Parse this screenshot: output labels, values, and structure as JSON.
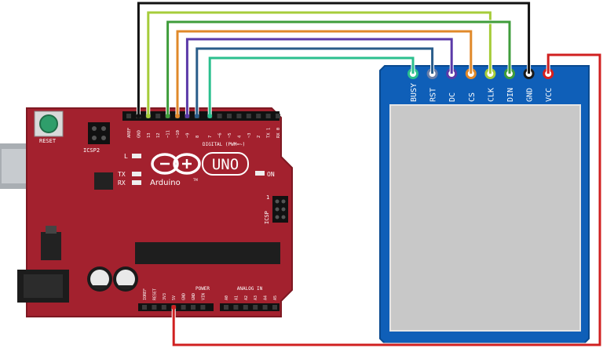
{
  "arduino": {
    "reset_label": "RESET",
    "icsp2_label": "ICSP2",
    "icsp_label": "ICSP",
    "l_label": "L",
    "tx_label": "TX",
    "rx_label": "RX",
    "on_label": "ON",
    "uno_label": "UNO",
    "brand_label": "Arduino",
    "tm_mark": "TM",
    "digital_label": "DIGITAL (PWM=~)",
    "power_label": "POWER",
    "analog_label": "ANALOG IN",
    "icsp_pin1": "1",
    "digital_pins": [
      "AREF",
      "GND",
      "13",
      "12",
      "~11",
      "~10",
      "~9",
      "8",
      "7",
      "~6",
      "~5",
      "4",
      "~3",
      "2",
      "TX 1",
      "RX 0"
    ],
    "power_pins": [
      "IOREF",
      "RESET",
      "3V3",
      "5V",
      "GND",
      "GND",
      "VIN"
    ],
    "analog_pins": [
      "A0",
      "A1",
      "A2",
      "A3",
      "A4",
      "A5"
    ]
  },
  "display": {
    "pins": [
      "BUSY",
      "RST",
      "DC",
      "CS",
      "CLK",
      "DIN",
      "GND",
      "VCC"
    ],
    "pin_colors": [
      "#2bbf8e",
      "#6a7ea8",
      "#5b3aa8",
      "#e0892a",
      "#a6cc3a",
      "#3f9d3b",
      "#1a1a1a",
      "#d61e1e"
    ]
  },
  "wires": [
    {
      "from": "GND",
      "to": "GND",
      "color": "#111111"
    },
    {
      "from": "13",
      "to": "CLK",
      "color": "#a6cc3a"
    },
    {
      "from": "~11",
      "to": "DIN",
      "color": "#3f9d3b"
    },
    {
      "from": "~10",
      "to": "CS",
      "color": "#e0892a"
    },
    {
      "from": "~9",
      "to": "DC",
      "color": "#5b3aa8"
    },
    {
      "from": "8",
      "to": "RST",
      "color": "#2a5d8a"
    },
    {
      "from": "7",
      "to": "BUSY",
      "color": "#2bbf8e"
    },
    {
      "from": "5V",
      "to": "VCC",
      "color": "#d02020"
    }
  ]
}
